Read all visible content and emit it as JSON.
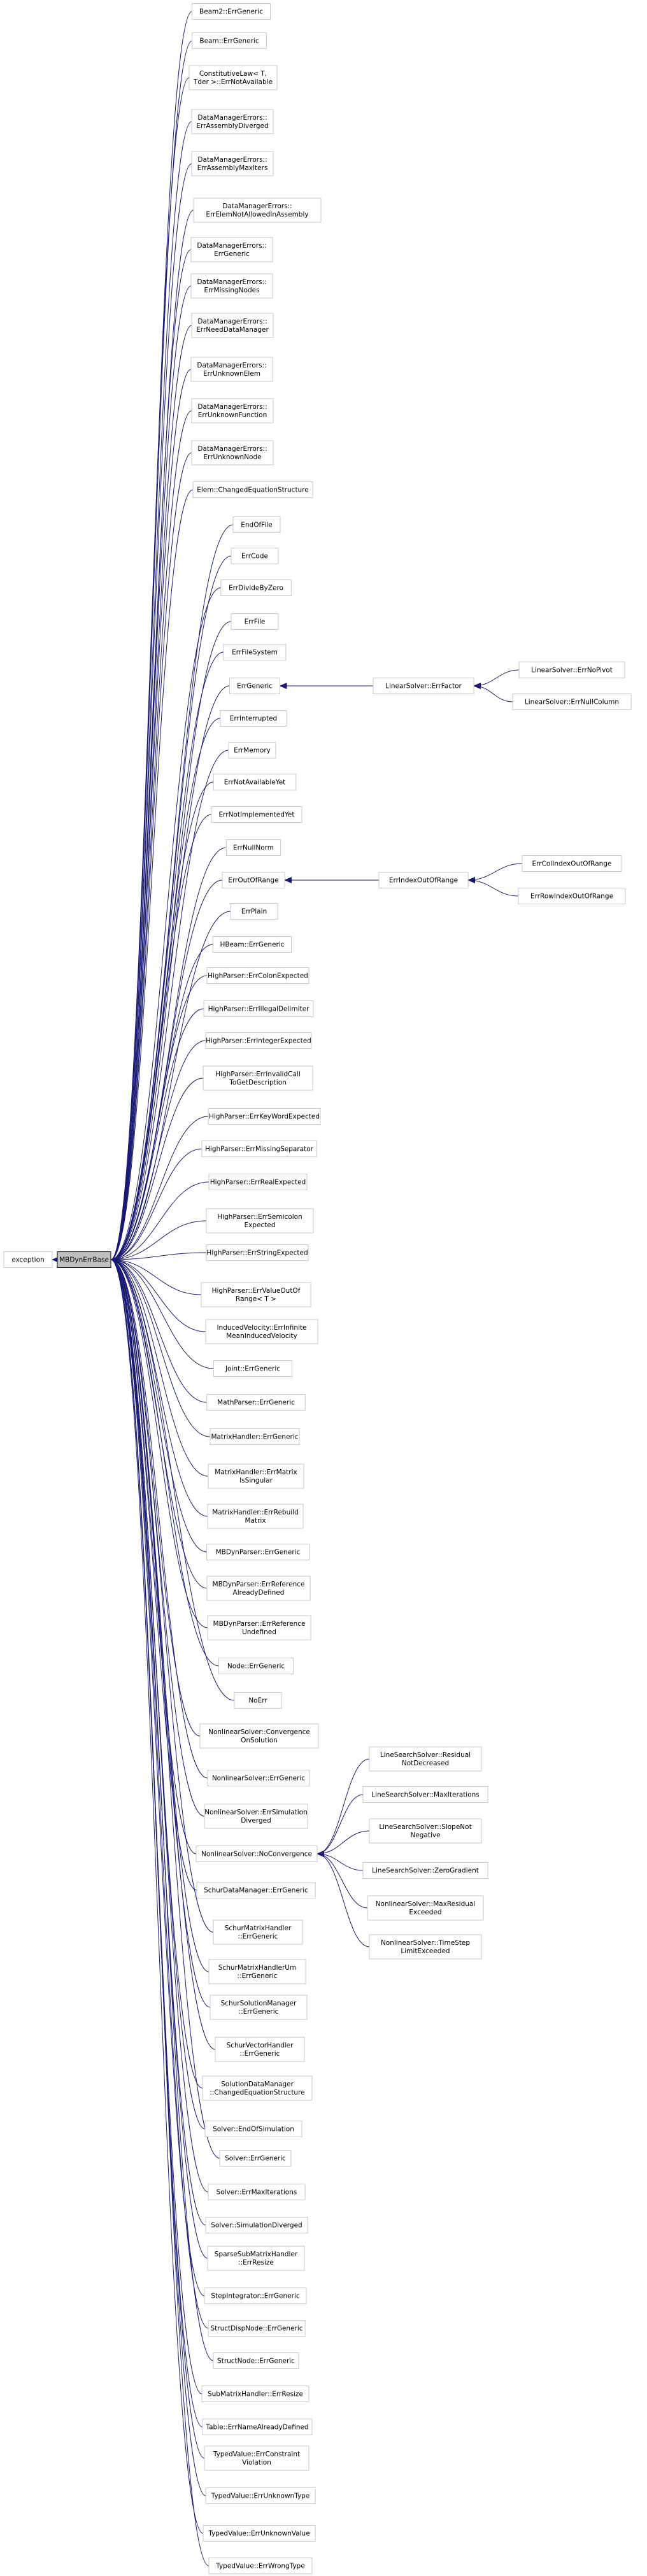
{
  "diagram": {
    "title": "",
    "edge_color": "#191970",
    "root_fill": "#bfbfbf",
    "nodes": [
      {
        "id": "exception",
        "lines": [
          "exception"
        ]
      },
      {
        "id": "root",
        "lines": [
          "MBDynErrBase"
        ]
      },
      {
        "id": "c00",
        "lines": [
          "Beam2::ErrGeneric"
        ]
      },
      {
        "id": "c01",
        "lines": [
          "Beam::ErrGeneric"
        ]
      },
      {
        "id": "c02",
        "lines": [
          "ConstitutiveLaw< T,",
          "Tder >::ErrNotAvailable"
        ]
      },
      {
        "id": "c03",
        "lines": [
          "DataManagerErrors::",
          "ErrAssemblyDiverged"
        ]
      },
      {
        "id": "c04",
        "lines": [
          "DataManagerErrors::",
          "ErrAssemblyMaxIters"
        ]
      },
      {
        "id": "c05",
        "lines": [
          "DataManagerErrors::",
          "ErrElemNotAllowedInAssembly"
        ]
      },
      {
        "id": "c06",
        "lines": [
          "DataManagerErrors::",
          "ErrGeneric"
        ]
      },
      {
        "id": "c07",
        "lines": [
          "DataManagerErrors::",
          "ErrMissingNodes"
        ]
      },
      {
        "id": "c08",
        "lines": [
          "DataManagerErrors::",
          "ErrNeedDataManager"
        ]
      },
      {
        "id": "c09",
        "lines": [
          "DataManagerErrors::",
          "ErrUnknownElem"
        ]
      },
      {
        "id": "c10",
        "lines": [
          "DataManagerErrors::",
          "ErrUnknownFunction"
        ]
      },
      {
        "id": "c11",
        "lines": [
          "DataManagerErrors::",
          "ErrUnknownNode"
        ]
      },
      {
        "id": "c12",
        "lines": [
          "Elem::ChangedEquationStructure"
        ]
      },
      {
        "id": "c13",
        "lines": [
          "EndOfFile"
        ]
      },
      {
        "id": "c14",
        "lines": [
          "ErrCode"
        ]
      },
      {
        "id": "c15",
        "lines": [
          "ErrDivideByZero"
        ]
      },
      {
        "id": "c16",
        "lines": [
          "ErrFile"
        ]
      },
      {
        "id": "c17",
        "lines": [
          "ErrFileSystem"
        ]
      },
      {
        "id": "c18",
        "lines": [
          "ErrGeneric"
        ]
      },
      {
        "id": "c19",
        "lines": [
          "ErrInterrupted"
        ]
      },
      {
        "id": "c20",
        "lines": [
          "ErrMemory"
        ]
      },
      {
        "id": "c21",
        "lines": [
          "ErrNotAvailableYet"
        ]
      },
      {
        "id": "c22",
        "lines": [
          "ErrNotImplementedYet"
        ]
      },
      {
        "id": "c23",
        "lines": [
          "ErrNullNorm"
        ]
      },
      {
        "id": "c24",
        "lines": [
          "ErrOutOfRange"
        ]
      },
      {
        "id": "c25",
        "lines": [
          "ErrPlain"
        ]
      },
      {
        "id": "c26",
        "lines": [
          "HBeam::ErrGeneric"
        ]
      },
      {
        "id": "c27",
        "lines": [
          "HighParser::ErrColonExpected"
        ]
      },
      {
        "id": "c28",
        "lines": [
          "HighParser::ErrIllegalDelimiter"
        ]
      },
      {
        "id": "c29",
        "lines": [
          "HighParser::ErrIntegerExpected"
        ]
      },
      {
        "id": "c30",
        "lines": [
          "HighParser::ErrInvalidCall",
          "ToGetDescription"
        ]
      },
      {
        "id": "c31",
        "lines": [
          "HighParser::ErrKeyWordExpected"
        ]
      },
      {
        "id": "c32",
        "lines": [
          "HighParser::ErrMissingSeparator"
        ]
      },
      {
        "id": "c33",
        "lines": [
          "HighParser::ErrRealExpected"
        ]
      },
      {
        "id": "c34",
        "lines": [
          "HighParser::ErrSemicolon",
          "Expected"
        ]
      },
      {
        "id": "c35",
        "lines": [
          "HighParser::ErrStringExpected"
        ]
      },
      {
        "id": "c36",
        "lines": [
          "HighParser::ErrValueOutOf",
          "Range< T >"
        ]
      },
      {
        "id": "c37",
        "lines": [
          "InducedVelocity::ErrInfinite",
          "MeanInducedVelocity"
        ]
      },
      {
        "id": "c38",
        "lines": [
          "Joint::ErrGeneric"
        ]
      },
      {
        "id": "c39",
        "lines": [
          "MathParser::ErrGeneric"
        ]
      },
      {
        "id": "c40",
        "lines": [
          "MatrixHandler::ErrGeneric"
        ]
      },
      {
        "id": "c41",
        "lines": [
          "MatrixHandler::ErrMatrix",
          "IsSingular"
        ]
      },
      {
        "id": "c42",
        "lines": [
          "MatrixHandler::ErrRebuild",
          "Matrix"
        ]
      },
      {
        "id": "c43",
        "lines": [
          "MBDynParser::ErrGeneric"
        ]
      },
      {
        "id": "c44",
        "lines": [
          "MBDynParser::ErrReference",
          "AlreadyDefined"
        ]
      },
      {
        "id": "c45",
        "lines": [
          "MBDynParser::ErrReference",
          "Undefined"
        ]
      },
      {
        "id": "c46",
        "lines": [
          "Node::ErrGeneric"
        ]
      },
      {
        "id": "c47",
        "lines": [
          "NoErr"
        ]
      },
      {
        "id": "c48",
        "lines": [
          "NonlinearSolver::Convergence",
          "OnSolution"
        ]
      },
      {
        "id": "c49",
        "lines": [
          "NonlinearSolver::ErrGeneric"
        ]
      },
      {
        "id": "c50",
        "lines": [
          "NonlinearSolver::ErrSimulation",
          "Diverged"
        ]
      },
      {
        "id": "c51",
        "lines": [
          "NonlinearSolver::NoConvergence"
        ]
      },
      {
        "id": "c52",
        "lines": [
          "SchurDataManager::ErrGeneric"
        ]
      },
      {
        "id": "c53",
        "lines": [
          "SchurMatrixHandler",
          "::ErrGeneric"
        ]
      },
      {
        "id": "c54",
        "lines": [
          "SchurMatrixHandlerUm",
          "::ErrGeneric"
        ]
      },
      {
        "id": "c55",
        "lines": [
          "SchurSolutionManager",
          "::ErrGeneric"
        ]
      },
      {
        "id": "c56",
        "lines": [
          "SchurVectorHandler",
          "::ErrGeneric"
        ]
      },
      {
        "id": "c57",
        "lines": [
          "SolutionDataManager",
          "::ChangedEquationStructure"
        ]
      },
      {
        "id": "c58",
        "lines": [
          "Solver::EndOfSimulation"
        ]
      },
      {
        "id": "c59",
        "lines": [
          "Solver::ErrGeneric"
        ]
      },
      {
        "id": "c60",
        "lines": [
          "Solver::ErrMaxIterations"
        ]
      },
      {
        "id": "c61",
        "lines": [
          "Solver::SimulationDiverged"
        ]
      },
      {
        "id": "c62",
        "lines": [
          "SparseSubMatrixHandler",
          "::ErrResize"
        ]
      },
      {
        "id": "c63",
        "lines": [
          "StepIntegrator::ErrGeneric"
        ]
      },
      {
        "id": "c64",
        "lines": [
          "StructDispNode::ErrGeneric"
        ]
      },
      {
        "id": "c65",
        "lines": [
          "StructNode::ErrGeneric"
        ]
      },
      {
        "id": "c66",
        "lines": [
          "SubMatrixHandler::ErrResize"
        ]
      },
      {
        "id": "c67",
        "lines": [
          "Table::ErrNameAlreadyDefined"
        ]
      },
      {
        "id": "c68",
        "lines": [
          "TypedValue::ErrConstraint",
          "Violation"
        ]
      },
      {
        "id": "c69",
        "lines": [
          "TypedValue::ErrUnknownType"
        ]
      },
      {
        "id": "c70",
        "lines": [
          "TypedValue::ErrUnknownValue"
        ]
      },
      {
        "id": "c71",
        "lines": [
          "TypedValue::ErrWrongType"
        ]
      },
      {
        "id": "g1",
        "lines": [
          "LinearSolver::ErrFactor"
        ]
      },
      {
        "id": "g1a",
        "lines": [
          "LinearSolver::ErrNoPivot"
        ]
      },
      {
        "id": "g1b",
        "lines": [
          "LinearSolver::ErrNullColumn"
        ]
      },
      {
        "id": "g2",
        "lines": [
          "ErrIndexOutOfRange"
        ]
      },
      {
        "id": "g2a",
        "lines": [
          "ErrColIndexOutOfRange"
        ]
      },
      {
        "id": "g2b",
        "lines": [
          "ErrRowIndexOutOfRange"
        ]
      },
      {
        "id": "g3a",
        "lines": [
          "LineSearchSolver::Residual",
          "NotDecreased"
        ]
      },
      {
        "id": "g3b",
        "lines": [
          "LineSearchSolver::MaxIterations"
        ]
      },
      {
        "id": "g3c",
        "lines": [
          "LineSearchSolver::SlopeNot",
          "Negative"
        ]
      },
      {
        "id": "g3d",
        "lines": [
          "LineSearchSolver::ZeroGradient"
        ]
      },
      {
        "id": "g3e",
        "lines": [
          "NonlinearSolver::MaxResidual",
          "Exceeded"
        ]
      },
      {
        "id": "g3f",
        "lines": [
          "NonlinearSolver::TimeStep",
          "LimitExceeded"
        ]
      }
    ],
    "edges": [
      {
        "from": "root",
        "to": "exception"
      },
      {
        "from": "c00",
        "to": "root"
      },
      {
        "from": "c01",
        "to": "root"
      },
      {
        "from": "c02",
        "to": "root"
      },
      {
        "from": "c03",
        "to": "root"
      },
      {
        "from": "c04",
        "to": "root"
      },
      {
        "from": "c05",
        "to": "root"
      },
      {
        "from": "c06",
        "to": "root"
      },
      {
        "from": "c07",
        "to": "root"
      },
      {
        "from": "c08",
        "to": "root"
      },
      {
        "from": "c09",
        "to": "root"
      },
      {
        "from": "c10",
        "to": "root"
      },
      {
        "from": "c11",
        "to": "root"
      },
      {
        "from": "c12",
        "to": "root"
      },
      {
        "from": "c13",
        "to": "root"
      },
      {
        "from": "c14",
        "to": "root"
      },
      {
        "from": "c15",
        "to": "root"
      },
      {
        "from": "c16",
        "to": "root"
      },
      {
        "from": "c17",
        "to": "root"
      },
      {
        "from": "c18",
        "to": "root"
      },
      {
        "from": "c19",
        "to": "root"
      },
      {
        "from": "c20",
        "to": "root"
      },
      {
        "from": "c21",
        "to": "root"
      },
      {
        "from": "c22",
        "to": "root"
      },
      {
        "from": "c23",
        "to": "root"
      },
      {
        "from": "c24",
        "to": "root"
      },
      {
        "from": "c25",
        "to": "root"
      },
      {
        "from": "c26",
        "to": "root"
      },
      {
        "from": "c27",
        "to": "root"
      },
      {
        "from": "c28",
        "to": "root"
      },
      {
        "from": "c29",
        "to": "root"
      },
      {
        "from": "c30",
        "to": "root"
      },
      {
        "from": "c31",
        "to": "root"
      },
      {
        "from": "c32",
        "to": "root"
      },
      {
        "from": "c33",
        "to": "root"
      },
      {
        "from": "c34",
        "to": "root"
      },
      {
        "from": "c35",
        "to": "root"
      },
      {
        "from": "c36",
        "to": "root"
      },
      {
        "from": "c37",
        "to": "root"
      },
      {
        "from": "c38",
        "to": "root"
      },
      {
        "from": "c39",
        "to": "root"
      },
      {
        "from": "c40",
        "to": "root"
      },
      {
        "from": "c41",
        "to": "root"
      },
      {
        "from": "c42",
        "to": "root"
      },
      {
        "from": "c43",
        "to": "root"
      },
      {
        "from": "c44",
        "to": "root"
      },
      {
        "from": "c45",
        "to": "root"
      },
      {
        "from": "c46",
        "to": "root"
      },
      {
        "from": "c47",
        "to": "root"
      },
      {
        "from": "c48",
        "to": "root"
      },
      {
        "from": "c49",
        "to": "root"
      },
      {
        "from": "c50",
        "to": "root"
      },
      {
        "from": "c51",
        "to": "root"
      },
      {
        "from": "c52",
        "to": "root"
      },
      {
        "from": "c53",
        "to": "root"
      },
      {
        "from": "c54",
        "to": "root"
      },
      {
        "from": "c55",
        "to": "root"
      },
      {
        "from": "c56",
        "to": "root"
      },
      {
        "from": "c57",
        "to": "root"
      },
      {
        "from": "c58",
        "to": "root"
      },
      {
        "from": "c59",
        "to": "root"
      },
      {
        "from": "c60",
        "to": "root"
      },
      {
        "from": "c61",
        "to": "root"
      },
      {
        "from": "c62",
        "to": "root"
      },
      {
        "from": "c63",
        "to": "root"
      },
      {
        "from": "c64",
        "to": "root"
      },
      {
        "from": "c65",
        "to": "root"
      },
      {
        "from": "c66",
        "to": "root"
      },
      {
        "from": "c67",
        "to": "root"
      },
      {
        "from": "c68",
        "to": "root"
      },
      {
        "from": "c69",
        "to": "root"
      },
      {
        "from": "c70",
        "to": "root"
      },
      {
        "from": "c71",
        "to": "root"
      },
      {
        "from": "g1",
        "to": "c18"
      },
      {
        "from": "g1a",
        "to": "g1"
      },
      {
        "from": "g1b",
        "to": "g1"
      },
      {
        "from": "g2",
        "to": "c24"
      },
      {
        "from": "g2a",
        "to": "g2"
      },
      {
        "from": "g2b",
        "to": "g2"
      },
      {
        "from": "g3a",
        "to": "c51"
      },
      {
        "from": "g3b",
        "to": "c51"
      },
      {
        "from": "g3c",
        "to": "c51"
      },
      {
        "from": "g3d",
        "to": "c51"
      },
      {
        "from": "g3e",
        "to": "c51"
      },
      {
        "from": "g3f",
        "to": "c51"
      }
    ]
  }
}
